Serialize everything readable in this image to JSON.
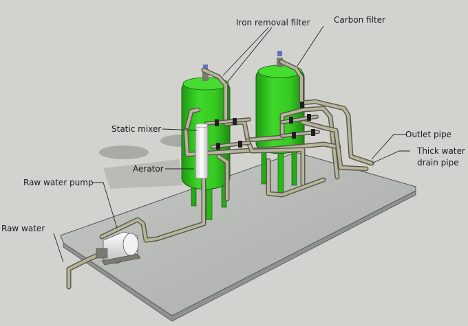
{
  "labels": {
    "iron_removal_filter": "Iron removal filter",
    "carbon_filter": "Carbon filter",
    "static_mixer": "Static mixer",
    "aerator": "Aerator",
    "raw_water_pump": "Raw water pump",
    "raw_water": "Raw water",
    "outlet_pipe": "Outlet pipe",
    "thick_water_drain_line1": "Thick water",
    "thick_water_drain_line2": "drain pipe"
  },
  "colors": {
    "background": "#d2d2cf",
    "concrete_slab": "#b9bcb8",
    "tank_green": "#33cc1f",
    "pipe": "#8e8c78",
    "motor": "#e8e8e8"
  }
}
